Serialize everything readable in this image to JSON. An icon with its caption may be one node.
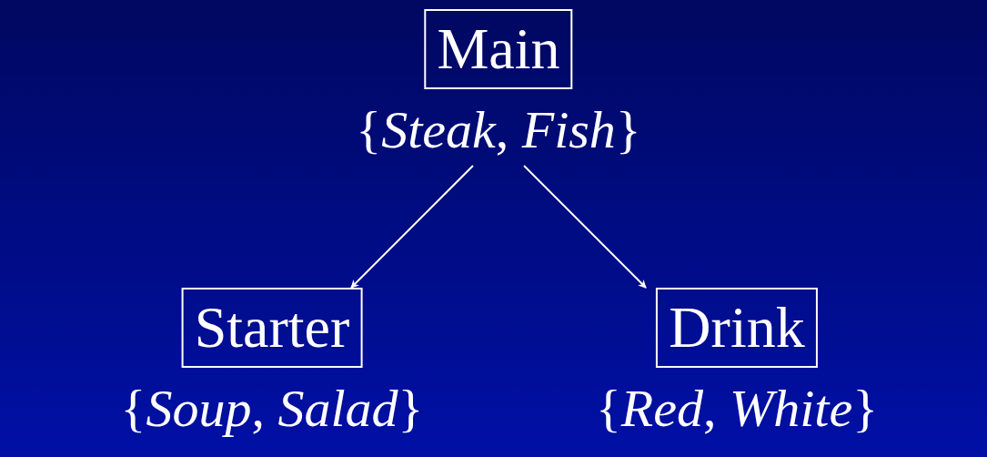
{
  "diagram": {
    "nodes": [
      {
        "text": [
          "Main"
        ],
        "beside": [
          "{*Steak*, *Fish*}"
        ]
      },
      {
        "text": [
          "Starter"
        ],
        "beside": [
          "{*Soup*, *Salad*}"
        ]
      },
      {
        "text": [
          "Drink"
        ],
        "beside": [
          "{*Red*, *White*}"
        ]
      }
    ],
    "edges": [
      {
        "from": 0,
        "to": 1,
        "arrow": "to"
      },
      {
        "from": 0,
        "to": 2,
        "arrow": "to"
      }
    ]
  }
}
